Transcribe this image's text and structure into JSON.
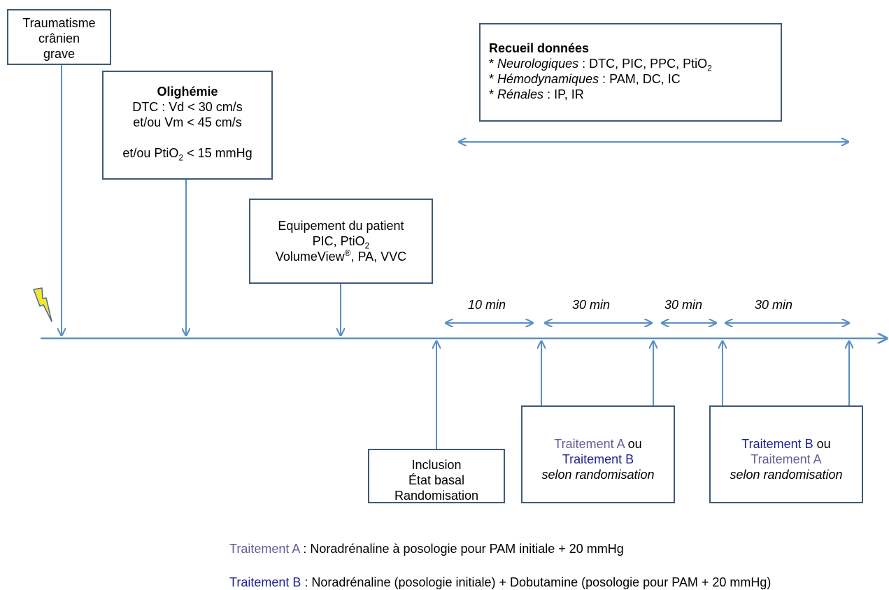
{
  "colors": {
    "line": "#5b8fc7",
    "border": "#3f5a78",
    "treatmentA": "#6b5b95",
    "treatmentB": "#1f1f8f",
    "lightning": "#f5e62b"
  },
  "icons": {
    "lightning": "lightning-bolt-icon"
  },
  "trauma": {
    "line1": "Traumatisme",
    "line2": "crânien",
    "line3": "grave"
  },
  "olighemie": {
    "title": "Olighémie",
    "line1": "DTC : Vd < 30 cm/s",
    "line2": "et/ou Vm < 45 cm/s",
    "line3_pre": "et/ou PtiO",
    "line3_sub": "2",
    "line3_post": " < 15 mmHg"
  },
  "equipement": {
    "line1": "Equipement du patient",
    "line2_pre": "PIC, PtiO",
    "line2_sub": "2",
    "line3_pre": "VolumeView",
    "line3_sup": "®",
    "line3_post": ", PA, VVC"
  },
  "recueil": {
    "title": "Recueil données",
    "neuro_star": "* ",
    "neuro_label": "Neurologiques",
    "neuro_values_pre": " : DTC, PIC, PPC, PtiO",
    "neuro_values_sub": "2",
    "hemo_star": "* ",
    "hemo_label": "Hémodynamiques",
    "hemo_values": " : PAM, DC, IC",
    "renal_star": "* ",
    "renal_label": "Rénales",
    "renal_values": " : IP, IR"
  },
  "durations": [
    "10 min",
    "30 min",
    "30 min",
    "30 min"
  ],
  "inclusion": {
    "line1": "Inclusion",
    "line2": "État basal",
    "line3": "Randomisation"
  },
  "box1": {
    "a": "Traitement A",
    "ou": " ou",
    "b": "Traitement B",
    "selon": "selon randomisation"
  },
  "box2": {
    "b": "Traitement B",
    "ou": " ou",
    "a": "Traitement A",
    "selon": "selon randomisation"
  },
  "legend": {
    "a_label": "Traitement A",
    "a_text": " : Noradrénaline à posologie pour PAM initiale + 20 mmHg",
    "b_label": "Traitement B",
    "b_text": " : Noradrénaline (posologie initiale) + Dobutamine (posologie pour PAM + 20 mmHg)"
  }
}
